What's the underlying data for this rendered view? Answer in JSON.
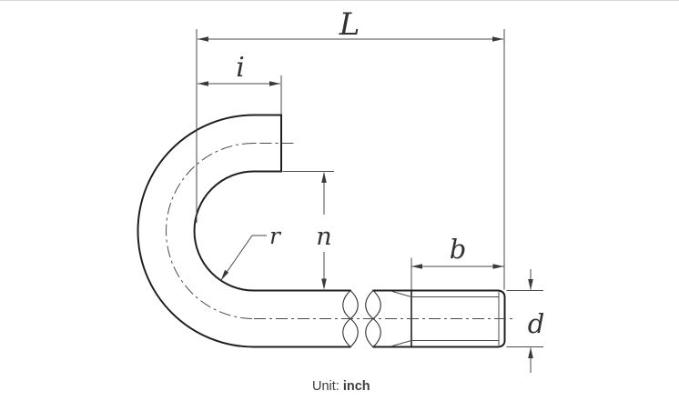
{
  "drawing_type": "j-bolt-technical-drawing",
  "unit_note": {
    "prefix": "Unit:",
    "value": "inch"
  },
  "dimensions": {
    "overall_length": {
      "label": "L"
    },
    "hook_inside_spread": {
      "label": "i"
    },
    "hook_opening": {
      "label": "n"
    },
    "bend_radius": {
      "label": "r"
    },
    "thread_length": {
      "label": "b"
    },
    "diameter": {
      "label": "d"
    }
  },
  "colors": {
    "outline": "#1f1f1f",
    "break_line": "#2e2e2e",
    "thin_line": "#4a4a4a",
    "centerline": "#4a4a4a",
    "arrow_fill": "#3a3a3a",
    "label_text": "#333333",
    "note_text": "#3d3d3d",
    "divider": "#d9d9d9"
  }
}
